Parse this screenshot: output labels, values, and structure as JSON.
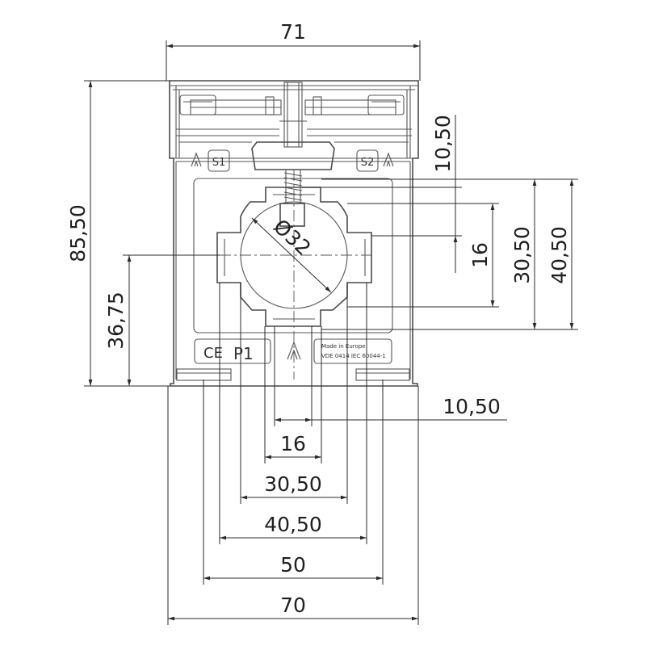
{
  "drawing": {
    "top_width": "71",
    "bottom_width": "70",
    "overall_height": "85,50",
    "center_height": "36,75",
    "right_dims": {
      "d1050": "10,50",
      "d16": "16",
      "d3050": "30,50",
      "d4050": "40,50"
    },
    "bottom_dims": {
      "d1050": "10,50",
      "d16": "16",
      "d3050": "30,50",
      "d4050": "40,50",
      "d50": "50"
    },
    "diameter": "Ø32",
    "terminal_s1": "S1",
    "terminal_s2": "S2",
    "ce_mark": "CE",
    "primary_mark": "P1",
    "label_line1": "Made in Europe",
    "label_line2": "VDE 0414 IEC 60044-1"
  }
}
